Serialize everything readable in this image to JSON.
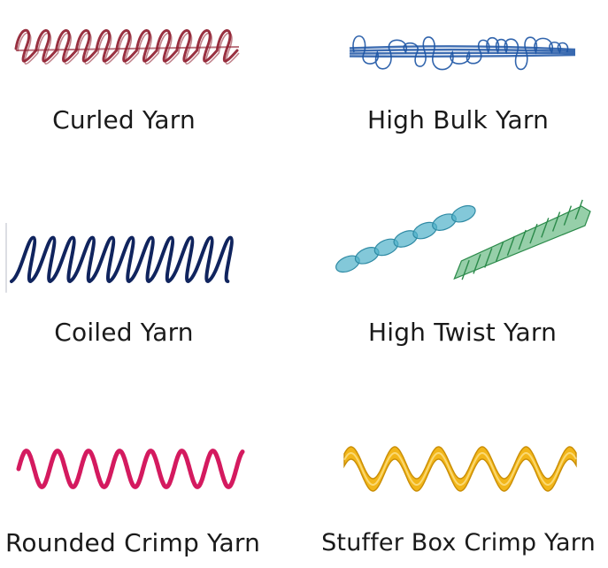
{
  "yarns": [
    {
      "label": "Curled Yarn",
      "color": "#8e1b2c"
    },
    {
      "label": "High Bulk Yarn",
      "color": "#1c54a4"
    },
    {
      "label": "Coiled Yarn",
      "color": "#10245e"
    },
    {
      "label": "High Twist Yarn",
      "colors": [
        "#4fb1c9",
        "#3fa862"
      ]
    },
    {
      "label": "Rounded Crimp Yarn",
      "color": "#d41a5f"
    },
    {
      "label": "Stuffer Box Crimp Yarn",
      "color": "#f2b619"
    }
  ]
}
